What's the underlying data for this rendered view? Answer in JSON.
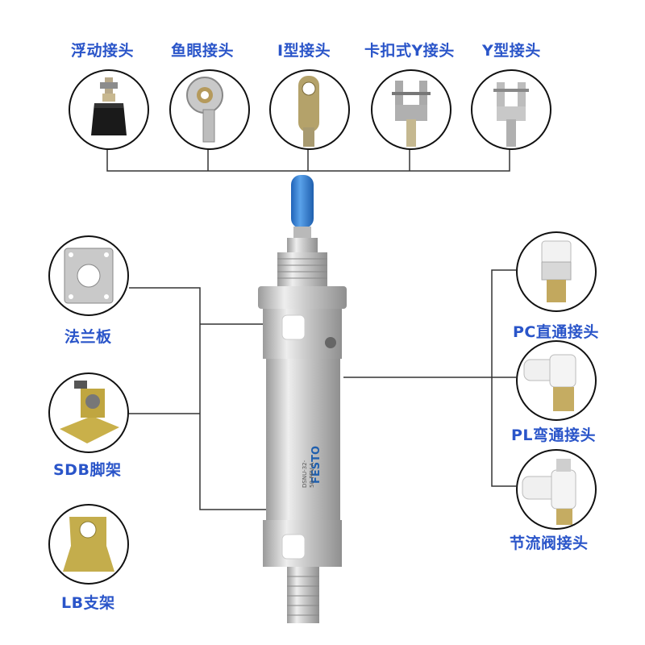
{
  "top_labels": [
    "浮动接头",
    "鱼眼接头",
    "I型接头",
    "卡扣式Y接头",
    "Y型接头"
  ],
  "left_labels": [
    "法兰板",
    "SDB脚架",
    "LB支架"
  ],
  "right_labels": [
    "PC直通接头",
    "PL弯通接头",
    "节流阀接头"
  ],
  "cylinder_brand": "FESTO",
  "cylinder_model_lines": [
    "DSNU-32-",
    "50-PPV-A"
  ],
  "colors": {
    "label_blue": "#2a55c9",
    "cap_blue": "#2f7fd6",
    "line": "#333333"
  }
}
